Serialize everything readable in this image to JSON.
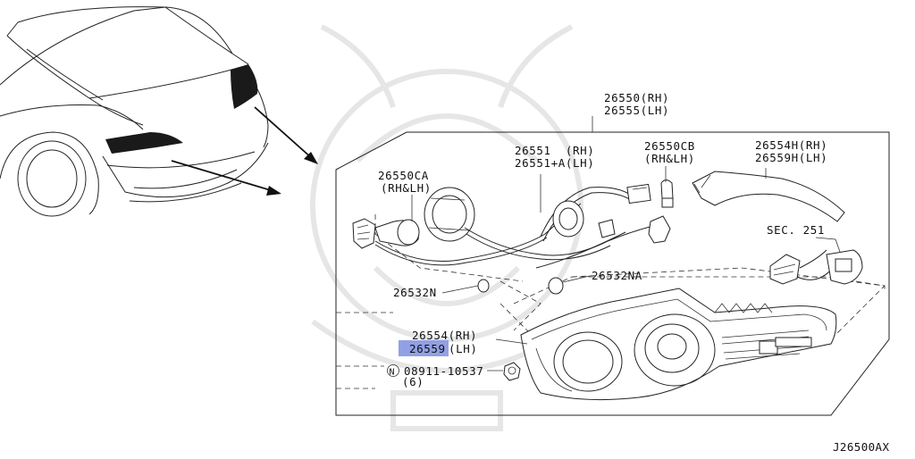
{
  "diagram_code": "J26500AX",
  "highlight_color": "#7f8fe0",
  "parts": {
    "assembly": {
      "line1": "26550(RH)",
      "line2": "26555(LH)"
    },
    "socket_ca": {
      "line1": "26550CA",
      "line2": "(RH&LH)"
    },
    "harness": {
      "line1": "26551  (RH)",
      "line2": "26551+A(LH)"
    },
    "bulb_cb": {
      "line1": "26550CB",
      "line2": "(RH&LH)"
    },
    "finisher_h": {
      "line1": "26554H(RH)",
      "line2": "26559H(LH)"
    },
    "section": {
      "label": "SEC. 251"
    },
    "grommet_na": {
      "label": "26532NA"
    },
    "grommet_n": {
      "label": "26532N"
    },
    "lens_body": {
      "line1": "26554(RH)",
      "line2_code": "26559",
      "line2_side": "(LH)"
    },
    "nut": {
      "symbol": "N",
      "code": "08911-10537",
      "qty": "(6)"
    }
  }
}
